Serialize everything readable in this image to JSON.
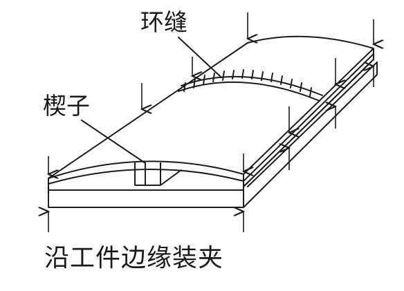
{
  "labels": {
    "circumferential_seam": "环缝",
    "wedge": "楔子",
    "caption": "沿工件边缘装夹"
  },
  "colors": {
    "ink": "#1a1a1a",
    "background": "#ffffff"
  }
}
